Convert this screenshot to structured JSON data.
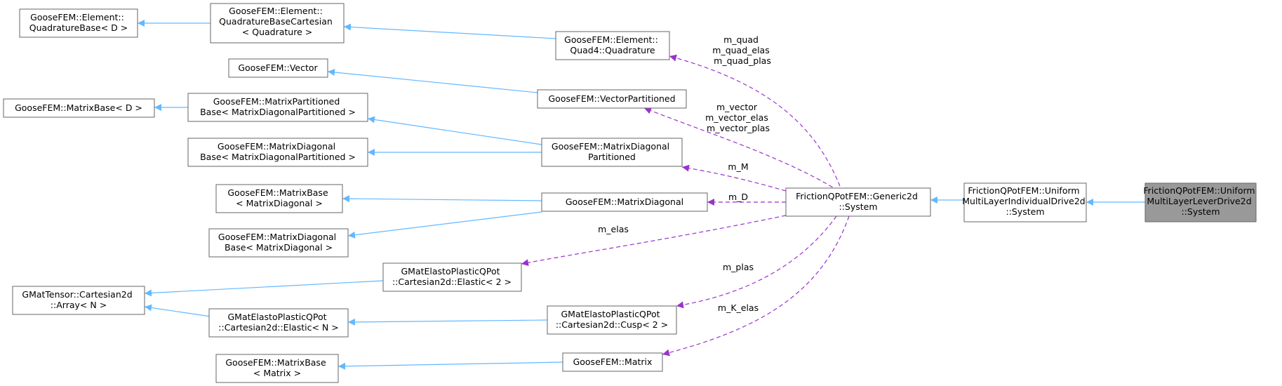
{
  "nodes": {
    "qb_d": [
      "GooseFEM::Element::",
      "QuadratureBase< D >"
    ],
    "qbc_quad": [
      "GooseFEM::Element::",
      "QuadratureBaseCartesian",
      "< Quadrature >"
    ],
    "quad4": [
      "GooseFEM::Element::",
      "Quad4::Quadrature"
    ],
    "vector": [
      "GooseFEM::Vector"
    ],
    "vecpart": [
      "GooseFEM::VectorPartitioned"
    ],
    "mb_d": [
      "GooseFEM::MatrixBase< D >"
    ],
    "mpb_mdp": [
      "GooseFEM::MatrixPartitioned",
      "Base< MatrixDiagonalPartitioned >"
    ],
    "mdb_mdp": [
      "GooseFEM::MatrixDiagonal",
      "Base< MatrixDiagonalPartitioned >"
    ],
    "mdp": [
      "GooseFEM::MatrixDiagonal",
      "Partitioned"
    ],
    "mb_md": [
      "GooseFEM::MatrixBase",
      "< MatrixDiagonal >"
    ],
    "md": [
      "GooseFEM::MatrixDiagonal"
    ],
    "mdb_md": [
      "GooseFEM::MatrixDiagonal",
      "Base< MatrixDiagonal >"
    ],
    "cart_arr": [
      "GMatTensor::Cartesian2d",
      "::Array< N >"
    ],
    "el2": [
      "GMatElastoPlasticQPot",
      "::Cartesian2d::Elastic< 2 >"
    ],
    "eln": [
      "GMatElastoPlasticQPot",
      "::Cartesian2d::Elastic< N >"
    ],
    "cusp2": [
      "GMatElastoPlasticQPot",
      "::Cartesian2d::Cusp< 2 >"
    ],
    "mb_m": [
      "GooseFEM::MatrixBase",
      "< Matrix >"
    ],
    "matrix": [
      "GooseFEM::Matrix"
    ],
    "generic": [
      "FrictionQPotFEM::Generic2d",
      "::System"
    ],
    "uniform_ind": [
      "FrictionQPotFEM::Uniform",
      "MultiLayerIndividualDrive2d",
      "::System"
    ],
    "uniform_lever": [
      "FrictionQPotFEM::Uniform",
      "MultiLayerLeverDrive2d",
      "::System"
    ]
  },
  "edge_labels": {
    "quad": [
      "m_quad",
      "m_quad_elas",
      "m_quad_plas"
    ],
    "vector": [
      "m_vector",
      "m_vector_elas",
      "m_vector_plas"
    ],
    "m_M": [
      "m_M"
    ],
    "m_D": [
      "m_D"
    ],
    "elas": [
      "m_elas"
    ],
    "plas": [
      "m_plas"
    ],
    "k_elas": [
      "m_K_elas"
    ]
  },
  "colors": {
    "inheritance_edge": "#63b8ff",
    "member_edge": "#9a32cd",
    "current_node": "#999999"
  }
}
